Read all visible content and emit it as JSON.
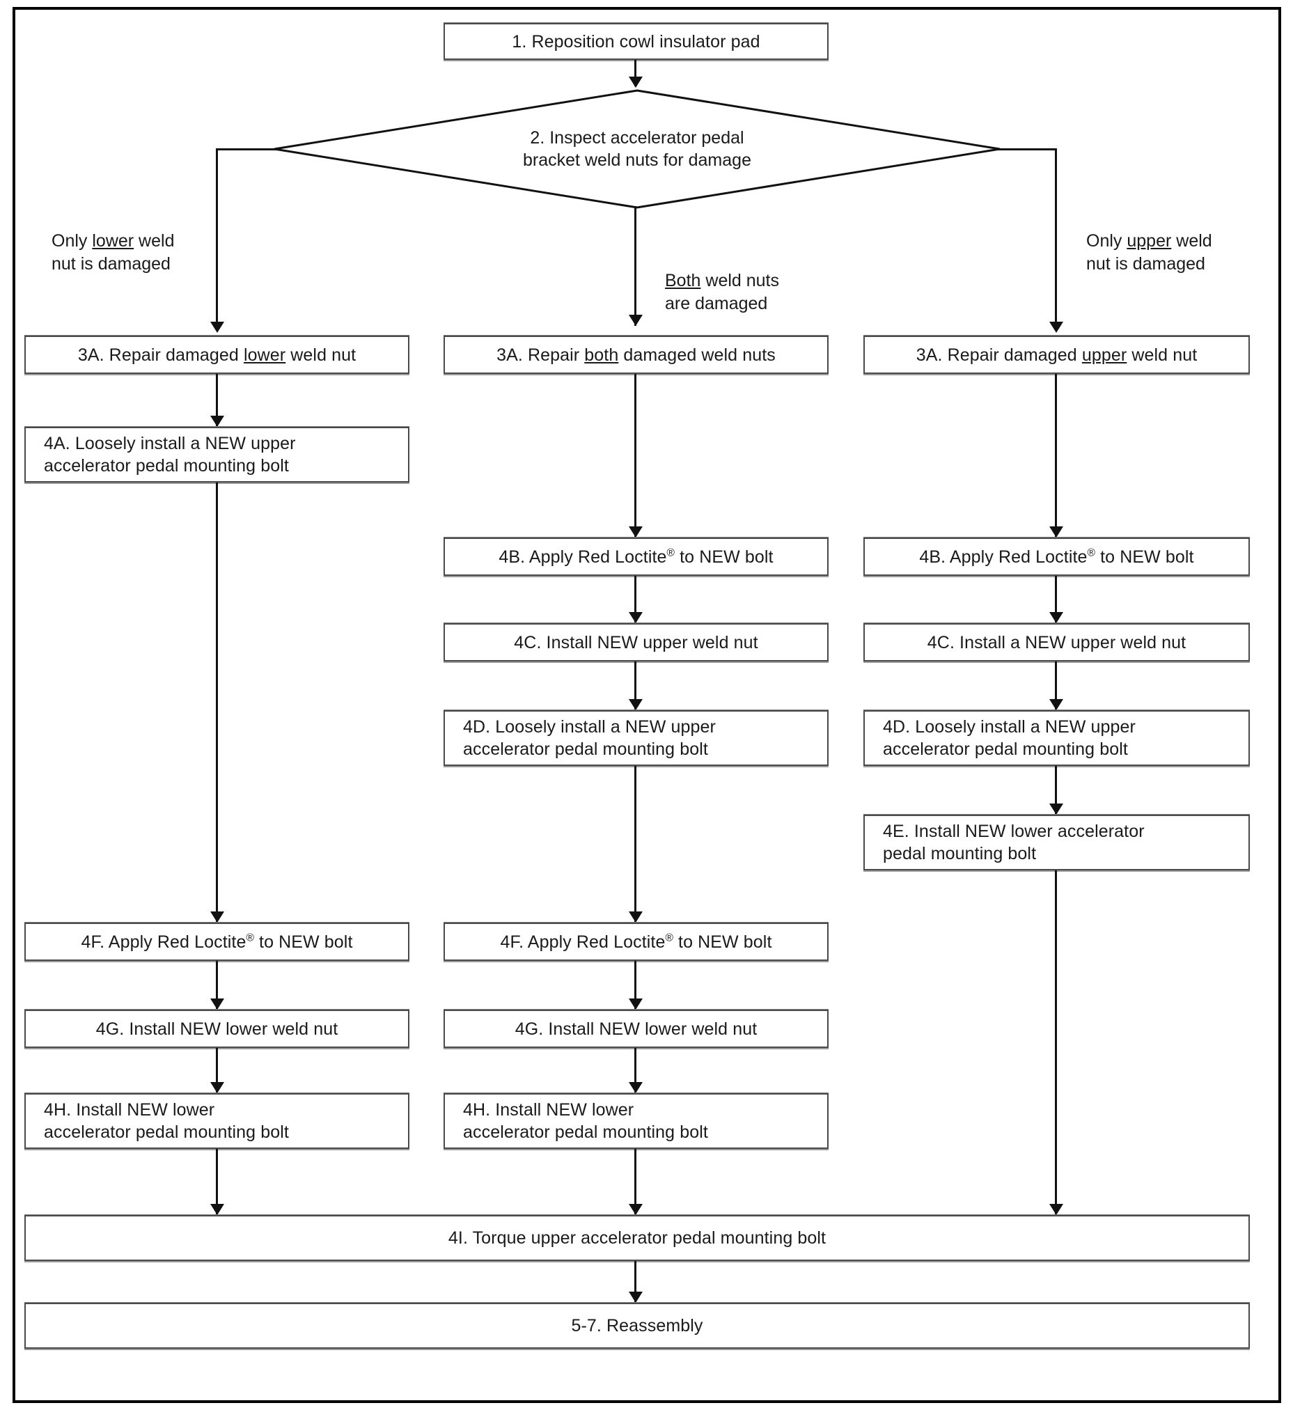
{
  "diagram": {
    "title": "Accelerator pedal bracket weld nut repair decision flowchart",
    "type": "flowchart",
    "start": {
      "label": "1. Reposition cowl insulator pad"
    },
    "decision": {
      "line1": "2. Inspect accelerator pedal",
      "line2": "bracket weld nuts for damage"
    },
    "branches": {
      "left": {
        "line1_pre": "Only ",
        "line1_em": "lower",
        "line1_post": " weld",
        "line2": "nut is damaged"
      },
      "center": {
        "line1_em": "Both",
        "line1_post": " weld nuts",
        "line2": "are damaged"
      },
      "right": {
        "line1_pre": "Only ",
        "line1_em": "upper",
        "line1_post": " weld",
        "line2": "nut is damaged"
      }
    },
    "columns": {
      "left": {
        "name": "Only lower weld nut is damaged",
        "steps": [
          {
            "id": "3A-left",
            "pre": "3A. Repair damaged ",
            "em": "lower",
            "post": " weld nut"
          },
          {
            "id": "4A-left",
            "line1": "4A. Loosely install a NEW upper",
            "line2": "accelerator pedal mounting bolt"
          },
          {
            "id": "4F-left",
            "pre": "4F. Apply Red Loctite",
            "sup": "®",
            "post": " to NEW bolt"
          },
          {
            "id": "4G-left",
            "text": "4G. Install NEW lower weld nut"
          },
          {
            "id": "4H-left",
            "line1": "4H. Install NEW lower",
            "line2": "accelerator pedal mounting bolt"
          }
        ]
      },
      "center": {
        "name": "Both weld nuts are damaged",
        "steps": [
          {
            "id": "3A-center",
            "pre": "3A. Repair ",
            "em": "both",
            "post": " damaged weld nuts"
          },
          {
            "id": "4B-center",
            "pre": "4B. Apply Red Loctite",
            "sup": "®",
            "post": " to NEW bolt"
          },
          {
            "id": "4C-center",
            "text": "4C. Install NEW upper weld nut"
          },
          {
            "id": "4D-center",
            "line1": "4D. Loosely install a NEW upper",
            "line2": "accelerator pedal mounting bolt"
          },
          {
            "id": "4F-center",
            "pre": "4F. Apply Red Loctite",
            "sup": "®",
            "post": " to NEW bolt"
          },
          {
            "id": "4G-center",
            "text": "4G. Install NEW lower weld nut"
          },
          {
            "id": "4H-center",
            "line1": "4H. Install NEW lower",
            "line2": "accelerator pedal mounting bolt"
          }
        ]
      },
      "right": {
        "name": "Only upper weld nut is damaged",
        "steps": [
          {
            "id": "3A-right",
            "pre": "3A. Repair damaged ",
            "em": "upper",
            "post": " weld nut"
          },
          {
            "id": "4B-right",
            "pre": "4B. Apply Red Loctite",
            "sup": "®",
            "post": " to NEW bolt"
          },
          {
            "id": "4C-right",
            "text": "4C. Install a NEW upper weld nut"
          },
          {
            "id": "4D-right",
            "line1": "4D. Loosely install a NEW upper",
            "line2": "accelerator pedal mounting bolt"
          },
          {
            "id": "4E-right",
            "line1": "4E. Install NEW lower accelerator",
            "line2": "pedal mounting bolt"
          }
        ]
      }
    },
    "merge": [
      {
        "id": "4I",
        "text": "4I. Torque upper accelerator pedal mounting bolt"
      },
      {
        "id": "5-7",
        "text": "5-7. Reassembly"
      }
    ],
    "colors": {
      "frame": "#000000",
      "box_border": "#4a4a4a",
      "box_shadow": "#9a9a9a",
      "connector": "#111111",
      "text": "#1a1a1a",
      "background": "#ffffff"
    }
  }
}
